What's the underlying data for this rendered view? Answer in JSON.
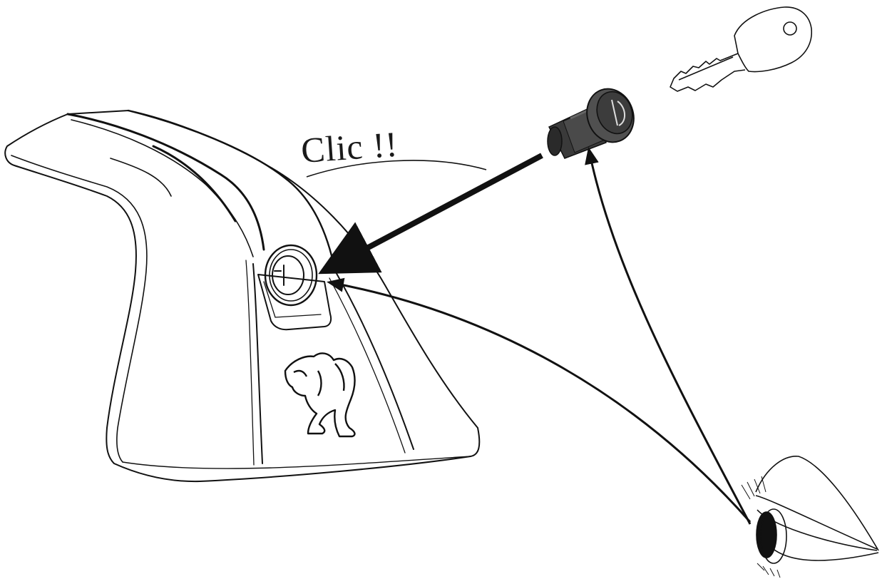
{
  "caption": "Clic !!",
  "parts": {
    "roof_bar_foot": "roof-bar-foot",
    "lock_barrel": "lock-barrel",
    "key": "key",
    "eye": "eye",
    "emblem": "lion-emblem"
  },
  "colors": {
    "line": "#111111",
    "barrel": "#4a4a4a",
    "barrel_dark": "#2a2a2a",
    "background": "#ffffff"
  }
}
